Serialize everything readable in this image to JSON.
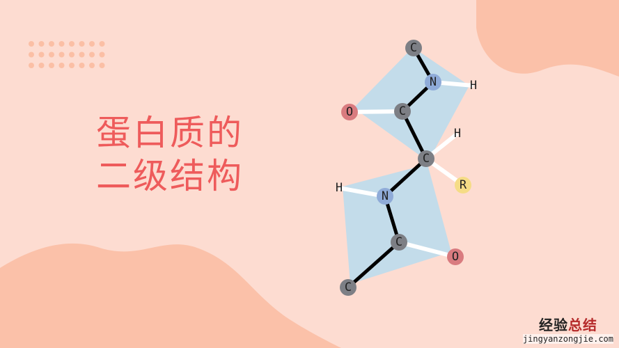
{
  "slide": {
    "title_line1": "蛋白质的",
    "title_line2": "二级结构"
  },
  "diagram": {
    "atoms": [
      {
        "id": "c1",
        "label": "C",
        "color": "#7d7f85"
      },
      {
        "id": "n1",
        "label": "N",
        "color": "#8fabd8"
      },
      {
        "id": "h1",
        "label": "H",
        "color": "#ffffff"
      },
      {
        "id": "o1",
        "label": "O",
        "color": "#d97b7f"
      },
      {
        "id": "c2",
        "label": "C",
        "color": "#7d7f85"
      },
      {
        "id": "h2",
        "label": "H",
        "color": "#ffffff"
      },
      {
        "id": "ca",
        "label": "C",
        "color": "#7d7f85"
      },
      {
        "id": "r",
        "label": "R",
        "color": "#f5dc86"
      },
      {
        "id": "h3",
        "label": "H",
        "color": "#ffffff"
      },
      {
        "id": "n2",
        "label": "N",
        "color": "#8fabd8"
      },
      {
        "id": "c3",
        "label": "C",
        "color": "#7d7f85"
      },
      {
        "id": "o2",
        "label": "O",
        "color": "#d97b7f"
      },
      {
        "id": "c4",
        "label": "C",
        "color": "#7d7f85"
      }
    ],
    "plane_color": "#c3dcea"
  },
  "watermark": {
    "line1_a": "经验",
    "line1_b": "总结",
    "line2": "jingyanzongjie.com"
  },
  "colors": {
    "background": "#fddcd1",
    "blob": "#fbc1a9",
    "title": "#ee5b5b"
  }
}
